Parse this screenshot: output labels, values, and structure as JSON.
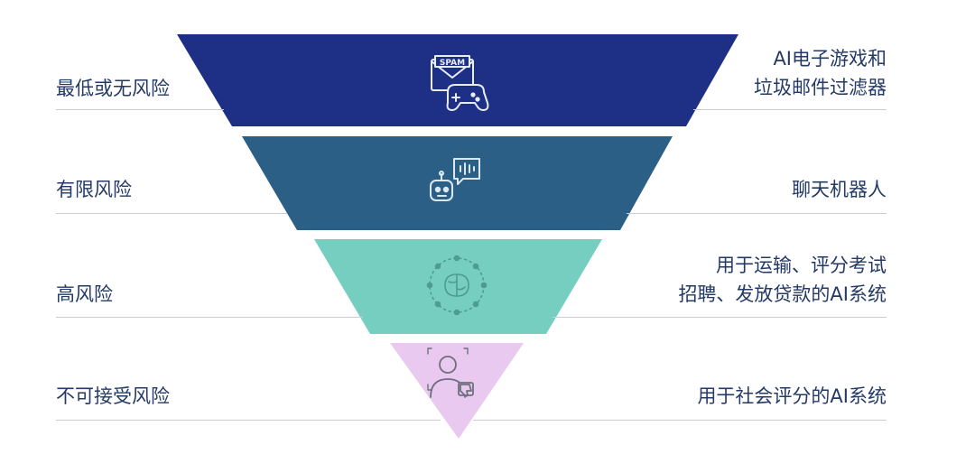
{
  "tiers": [
    {
      "risk_label": "最低或无风险",
      "examples": [
        "AI电子游戏和",
        "垃圾邮件过滤器"
      ],
      "color": "#1e2f86",
      "icon": "spam-gamepad-icon",
      "icon_text": "SPAM"
    },
    {
      "risk_label": "有限风险",
      "examples": [
        "聊天机器人"
      ],
      "color": "#2b5f86",
      "icon": "chatbot-icon"
    },
    {
      "risk_label": "高风险",
      "examples": [
        "用于运输、评分考试",
        "招聘、发放贷款的AI系统"
      ],
      "color": "#76cec0",
      "icon": "brain-network-icon"
    },
    {
      "risk_label": "不可接受风险",
      "examples": [
        "用于社会评分的AI系统"
      ],
      "color": "#e9c9f0",
      "icon": "person-thumbs-down-icon"
    }
  ]
}
